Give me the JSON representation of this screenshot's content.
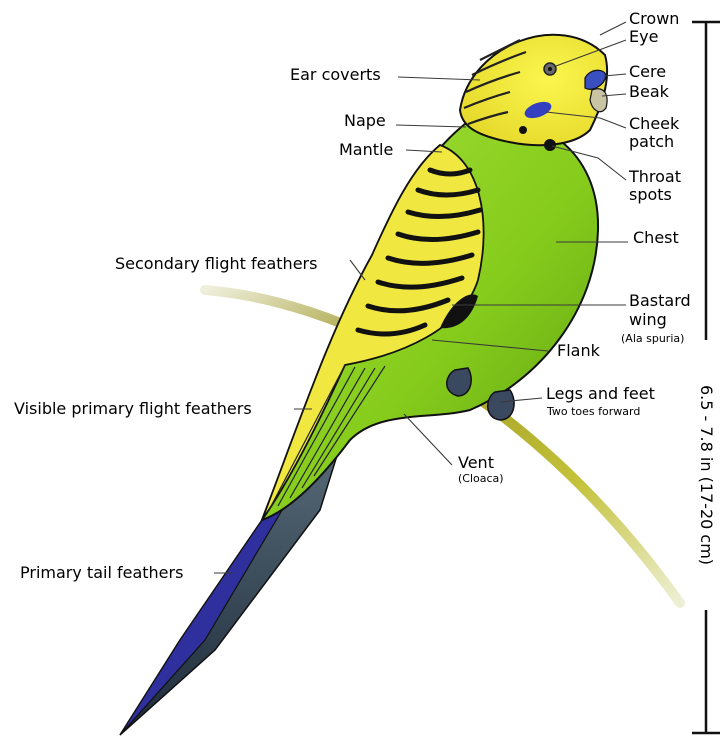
{
  "labels": {
    "crown": "Crown",
    "eye": "Eye",
    "cere": "Cere",
    "beak": "Beak",
    "ear_coverts": "Ear coverts",
    "cheek_patch_1": "Cheek",
    "cheek_patch_2": "patch",
    "nape": "Nape",
    "mantle": "Mantle",
    "throat_spots_1": "Throat",
    "throat_spots_2": "spots",
    "chest": "Chest",
    "secondary_flight": "Secondary flight feathers",
    "bastard_wing_1": "Bastard",
    "bastard_wing_2": "wing",
    "bastard_wing_sub": "(Ala spuria)",
    "flank": "Flank",
    "legs_feet": "Legs and feet",
    "legs_feet_sub": "Two toes forward",
    "visible_primary": "Visible primary flight feathers",
    "vent": "Vent",
    "vent_sub": "(Cloaca)",
    "primary_tail": "Primary tail feathers",
    "size": "6.5 - 7.8 in (17-20 cm)"
  },
  "colors": {
    "body_green": "#8cd21e",
    "head_yellow": "#f2ea3a",
    "cere_blue": "#3a4fc0",
    "tail_blue": "#2e2f9a",
    "perch": "#b7b22c"
  }
}
